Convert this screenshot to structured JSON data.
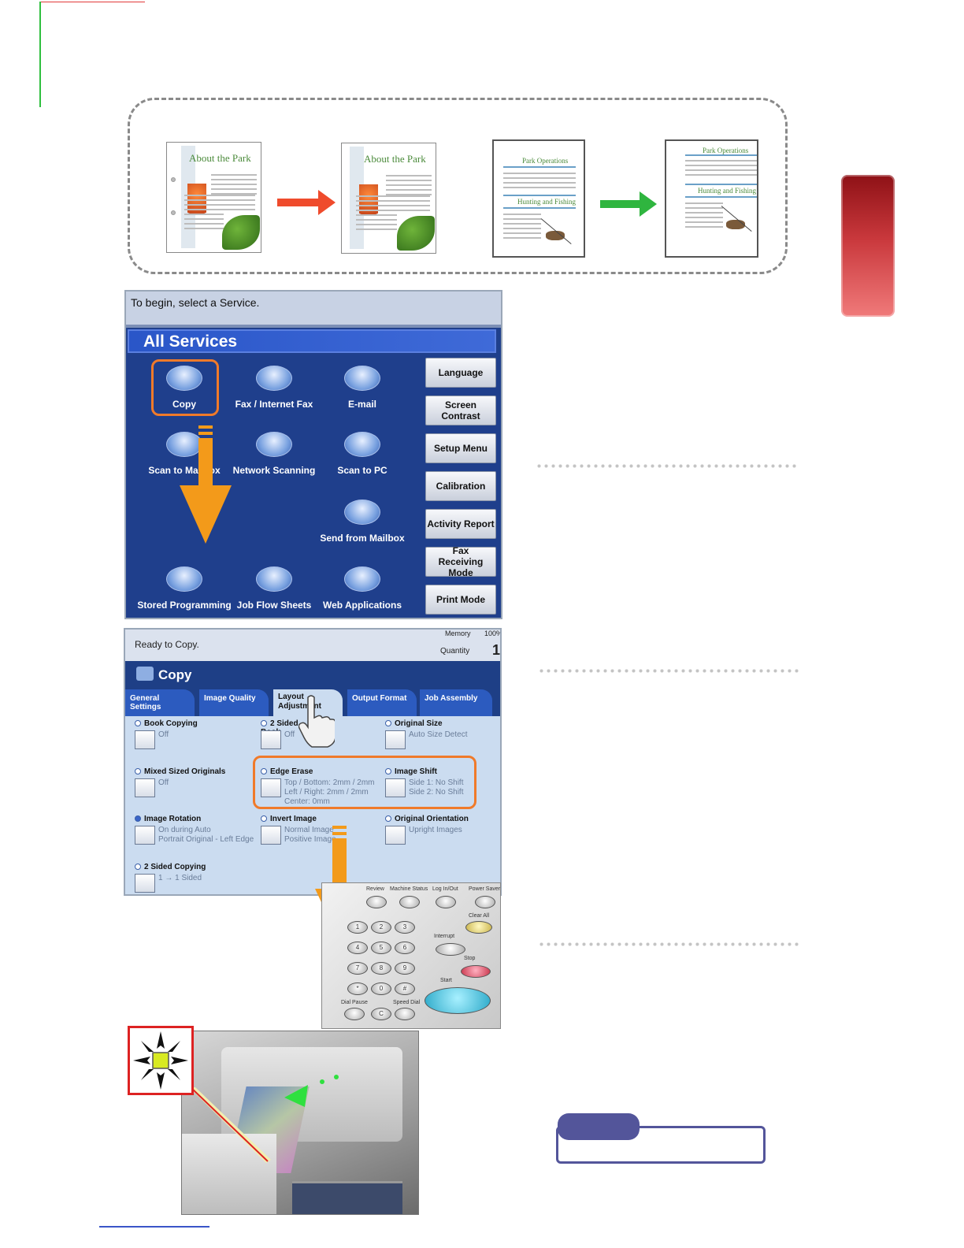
{
  "example": {
    "doc1": {
      "title": "About the Park"
    },
    "doc2": {
      "title": "About the Park"
    },
    "doc3": {
      "heading1": "Park Operations",
      "heading2": "Hunting and Fishing"
    },
    "doc4": {
      "heading1": "Park Operations",
      "heading2": "Hunting and Fishing"
    },
    "arrow_colors": [
      "#ef4b2c",
      "#2fb53f"
    ]
  },
  "screen_services": {
    "prompt": "To begin, select a Service.",
    "title": "All Services",
    "services": [
      {
        "label": "Copy"
      },
      {
        "label": "Fax / Internet Fax"
      },
      {
        "label": "E-mail"
      },
      {
        "label": "Scan to Mailbox"
      },
      {
        "label": "Network Scanning"
      },
      {
        "label": "Scan to PC"
      },
      {
        "label": "Send from Mailbox"
      },
      {
        "label": "Stored Programming"
      },
      {
        "label": "Job Flow Sheets"
      },
      {
        "label": "Web Applications"
      }
    ],
    "side_buttons": [
      "Language",
      "Screen Contrast",
      "Setup Menu",
      "Calibration",
      "Activity Report",
      "Fax Receiving Mode",
      "Print Mode"
    ]
  },
  "screen_copy": {
    "status": "Ready to Copy.",
    "memory_label": "Memory",
    "memory_value": "100%",
    "quantity_label": "Quantity",
    "quantity_value": "1",
    "title": "Copy",
    "tabs": [
      "General Settings",
      "Image Quality",
      "Layout Adjustment",
      "Output Format",
      "Job Assembly"
    ],
    "options": {
      "book": {
        "label": "Book Copying",
        "value": "Off"
      },
      "twosided_book": {
        "label": "2 Sided Book",
        "value": "Off"
      },
      "orig_size": {
        "label": "Original Size",
        "value": "Auto Size Detect"
      },
      "mixed": {
        "label": "Mixed Sized Originals",
        "value": "Off"
      },
      "edge": {
        "label": "Edge Erase",
        "v1": "Top / Bottom: 2mm / 2mm",
        "v2": "Left / Right: 2mm / 2mm",
        "v3": "Center: 0mm"
      },
      "shift": {
        "label": "Image Shift",
        "v1": "Side 1: No Shift",
        "v2": "Side 2: No Shift"
      },
      "rotation": {
        "label": "Image Rotation",
        "v1": "On during Auto",
        "v2": "Portrait Original - Left Edge"
      },
      "invert": {
        "label": "Invert Image",
        "v1": "Normal Image",
        "v2": "Positive Image"
      },
      "orientation": {
        "label": "Original Orientation",
        "value": "Upright Images"
      },
      "twosided": {
        "label": "2 Sided Copying",
        "value": "1 → 1 Sided"
      }
    }
  },
  "keypad": {
    "top_labels": [
      "Review",
      "Machine Status",
      "Log In/Out",
      "Power Saver"
    ],
    "clear_all": "Clear All",
    "interrupt": "Interrupt",
    "stop": "Stop",
    "start": "Start",
    "dial_pause": "Dial Pause",
    "speed_dial": "Speed Dial",
    "keys": [
      "1",
      "2",
      "3",
      "4",
      "5",
      "6",
      "7",
      "8",
      "9",
      "*",
      "0",
      "#",
      "C"
    ]
  },
  "accent_colors": {
    "highlight": "#f07a2a",
    "tab_red": "#b3262b",
    "note": "#53559a"
  }
}
